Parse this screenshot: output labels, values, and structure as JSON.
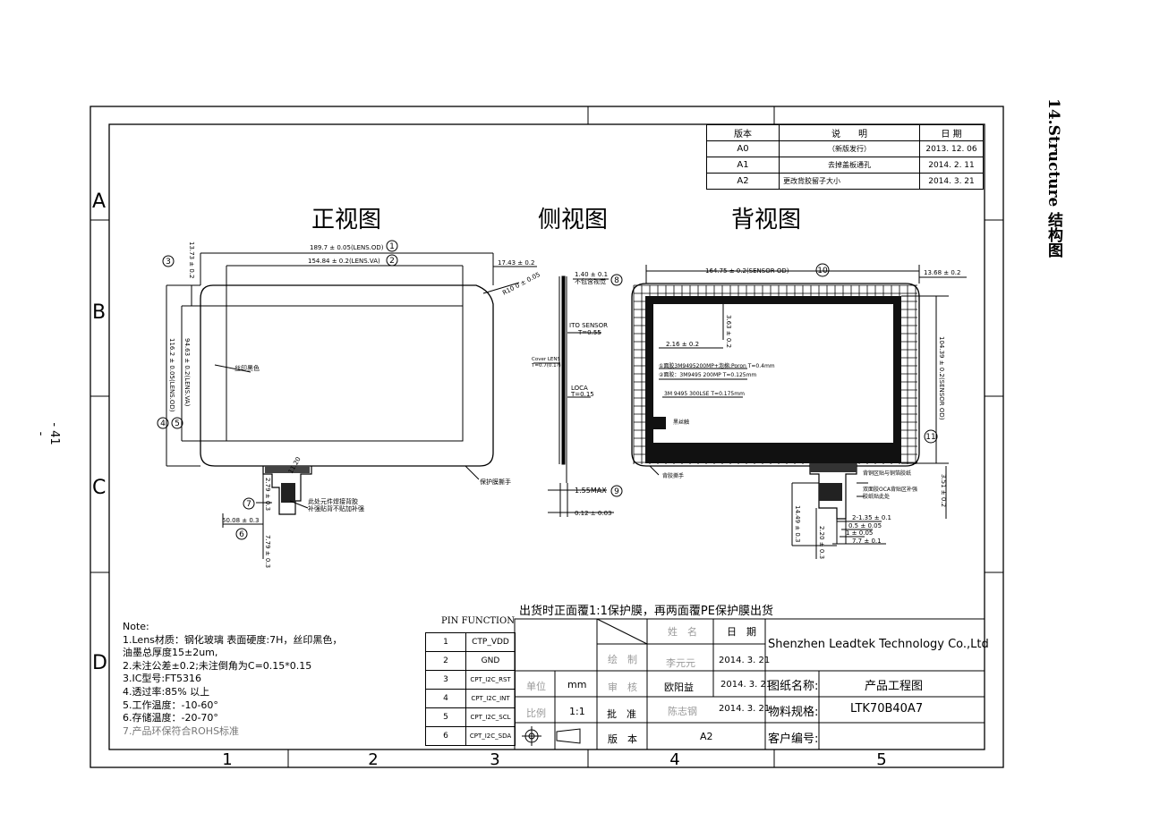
{
  "page_number": "- 41 -",
  "section_title": "14.Structure 结构图",
  "grid": {
    "rows": [
      "A",
      "B",
      "C",
      "D"
    ],
    "columns": [
      "1",
      "2",
      "3",
      "4",
      "5"
    ]
  },
  "revision_table": {
    "headers": [
      "版本",
      "说　　明",
      "日 期"
    ],
    "rows": [
      {
        "version": "A0",
        "desc": "（新版发行）",
        "date": "2013. 12. 06"
      },
      {
        "version": "A1",
        "desc": "去掉盖板通孔",
        "date": "2014. 2. 11"
      },
      {
        "version": "A2",
        "desc": "更改背胶留子大小",
        "date": "2014. 3. 21"
      }
    ]
  },
  "views": {
    "front": "正视图",
    "side": "侧视图",
    "back": "背视图"
  },
  "front_dims": {
    "d1": "189.7 ± 0.05(LENS.OD)",
    "d2": "154.84 ± 0.2(LENS.VA)",
    "d3": "17.43 ± 0.2",
    "d4": "13.73 ± 0.2",
    "d5": "R10 0 ± 0.05",
    "d6": "94.63 ± 0.2(LENS.VA)",
    "d7": "116.2 ± 0.05(LENS.OD)",
    "d8": "50.08 ± 0.3",
    "d9": "2.79 ± 0.3",
    "d10": "7.79 ± 0.3",
    "d11": "11.20",
    "silk": "丝印黑色",
    "label_fpc1": "此处元件焊接背胶",
    "label_fpc2": "补强贴背不贴加补强",
    "protect": "保护膜撕手"
  },
  "side_dims": {
    "s1": "1.40 ± 0.1",
    "s1b": "不包含视觉",
    "ito": "ITO SENSOR",
    "ito_t": "T=0.55",
    "cover": "Cover LENS",
    "cover_t": "T=0.7(0.1?)",
    "loca": "LOCA",
    "loca_t": "T=0.15",
    "s2": "1.55MAX",
    "s3": "0.12 ± 0.03"
  },
  "back_dims": {
    "b1": "164.75 ± 0.2(SENSOR OD)",
    "b2": "13.68 ± 0.2",
    "b3": "3.63 ± 0.2",
    "b4": "2.16 ± 0.2",
    "b5": "104.39 ± 0.2(SENSOR OD)",
    "tape1": "①面胶3M9495200MP+泡棉:Poron T=0.4mm",
    "tape2": "②面胶：3M9495 200MP T=0.125mm",
    "tape3": "3M 9495 300LSE T=0.175mm",
    "black": "黑丝触",
    "backtape": "背胶撕手",
    "fpc1": "背铜区贴与铜箔胶纸",
    "fpc2": "双面胶OCA背贴区补强",
    "fpc3": "胶纸贴此处",
    "b6": "3.51 ± 0.2",
    "b7": "2-1.35 ± 0.1",
    "b8": "0.5 ± 0.05",
    "b9": "1 ± 0.05",
    "b10": "7.7 ± 0.1",
    "b11": "14.49 ± 0.3",
    "b12": "2.20 ± 0.3"
  },
  "balloons": [
    "1",
    "2",
    "3",
    "4",
    "5",
    "6",
    "7",
    "8",
    "9",
    "10",
    "11"
  ],
  "shipping_note": "出货时正面覆1:1保护膜，再两面覆PE保护膜出货",
  "notes": {
    "title": "Note:",
    "lines": [
      "1.Lens材质：钢化玻璃  表面硬度:7H，丝印黑色，",
      "    油墨总厚度15±2um,",
      "2.未注公差±0.2;未注倒角为C=0.15*0.15",
      "3.IC型号:FT5316",
      "4.透过率:85% 以上",
      "5.工作温度：-10-60°",
      "6.存储温度：-20-70°",
      "7.产品环保符合ROHS标准"
    ]
  },
  "pin_table": {
    "title": "PIN FUNCTION",
    "rows": [
      {
        "no": "1",
        "name": "CTP_VDD"
      },
      {
        "no": "2",
        "name": "GND"
      },
      {
        "no": "3",
        "name": "CPT_I2C_RST"
      },
      {
        "no": "4",
        "name": "CPT_I2C_INT"
      },
      {
        "no": "5",
        "name": "CPT_I2C_SCL"
      },
      {
        "no": "6",
        "name": "CPT_I2C_SDA"
      }
    ]
  },
  "title_block": {
    "name_h": "姓　名",
    "date_h": "日　期",
    "draw": "绘　制",
    "drawer": "李元元",
    "draw_date": "2014. 3. 21",
    "unit_l": "单位",
    "unit_v": "mm",
    "check": "审　核",
    "checker": "欧阳益",
    "check_date": "2014. 3. 21",
    "scale_l": "比例",
    "scale_v": "1:1",
    "approve": "批　准",
    "approver": "陈志钢",
    "approve_date": "2014. 3. 21",
    "rev_l": "版　本",
    "rev_v": "A2",
    "company": "Shenzhen Leadtek Technology Co.,Ltd",
    "drawing_name_l": "图纸名称:",
    "drawing_name_v": "产品工程图",
    "spec_l": "物料规格:",
    "spec_v": "LTK70B40A7",
    "customer_l": "客户编号:",
    "customer_v": ""
  }
}
